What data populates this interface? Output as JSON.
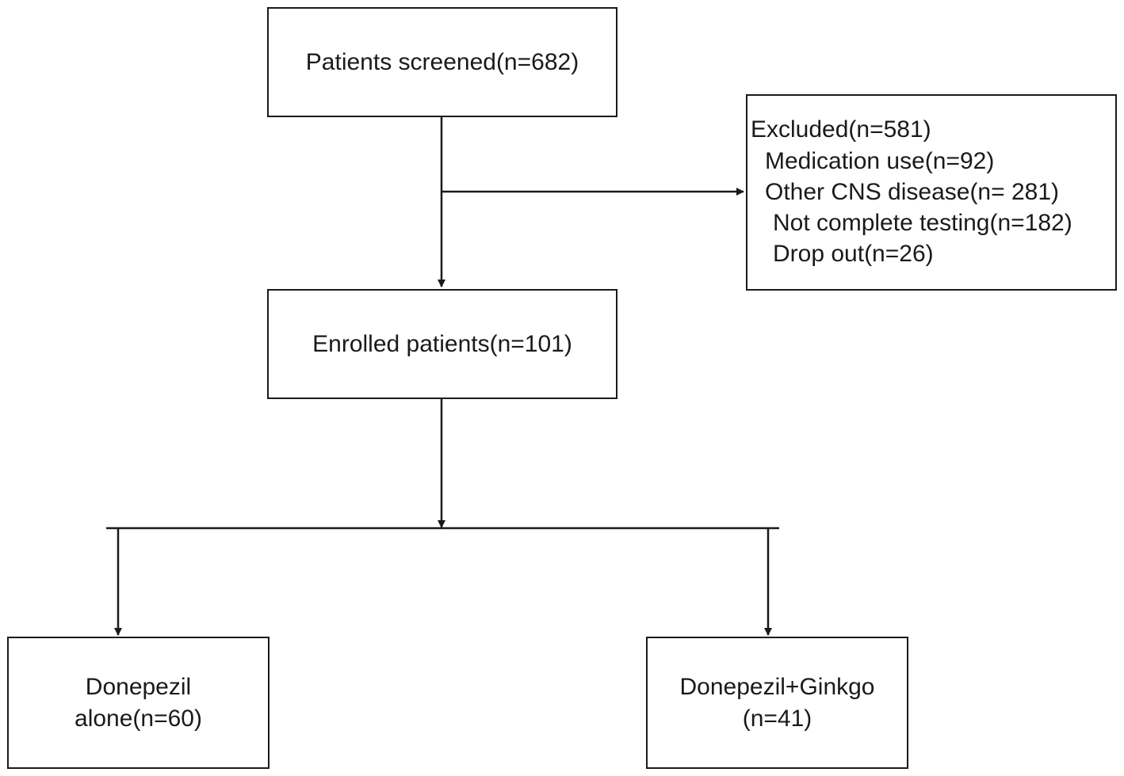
{
  "diagram": {
    "screened": "Patients screened(n=682)",
    "excluded": {
      "title": "Excluded(n=581)",
      "reasons": [
        "Medication use(n=92)",
        "Other CNS disease(n= 281)",
        "Not complete testing(n=182)",
        "Drop out(n=26)"
      ]
    },
    "enrolled": "Enrolled patients(n=101)",
    "arms": [
      {
        "line1": "Donepezil",
        "line2": "alone(n=60)"
      },
      {
        "line1": "Donepezil+Ginkgo",
        "line2": "(n=41)"
      }
    ]
  }
}
